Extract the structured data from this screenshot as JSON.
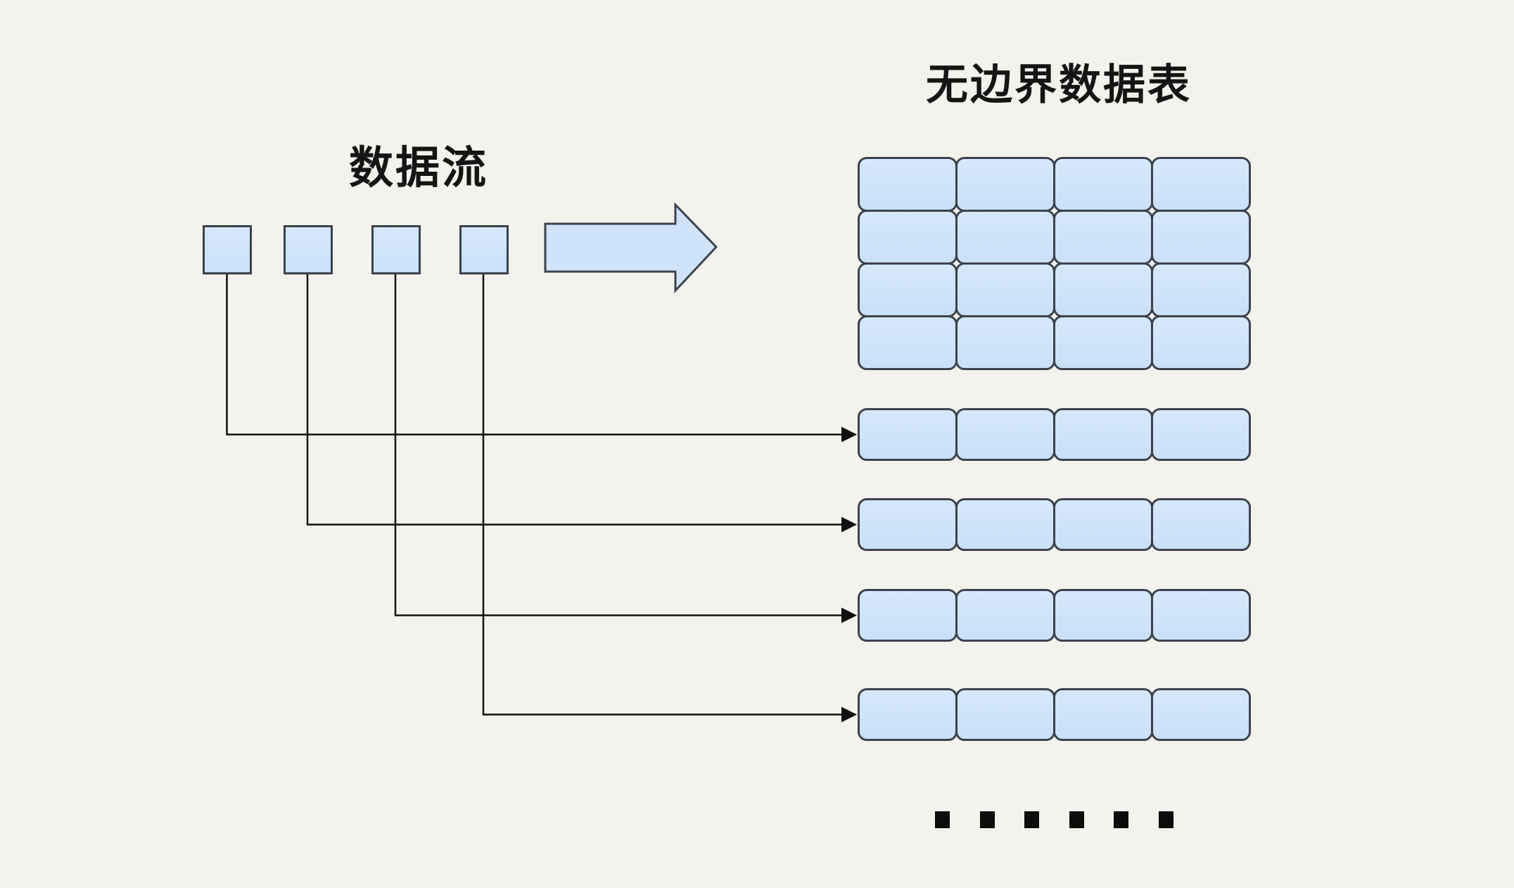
{
  "diagram": {
    "stream": {
      "label": "数据流",
      "item_count": 4
    },
    "flow_arrow": "right-arrow",
    "table": {
      "label": "无边界数据表",
      "grid": {
        "rows": 4,
        "cols": 4
      },
      "appended_rows": {
        "count": 4,
        "cols": 4
      }
    },
    "connectors": {
      "count": 4,
      "style": "elbow-with-arrowhead"
    },
    "ellipsis": {
      "dot_count": 6
    }
  },
  "colors": {
    "background": "#f4f2ec",
    "cell_fill": "#cfe3f8",
    "cell_border": "#3c434e",
    "line": "#101010",
    "text": "#151515"
  }
}
